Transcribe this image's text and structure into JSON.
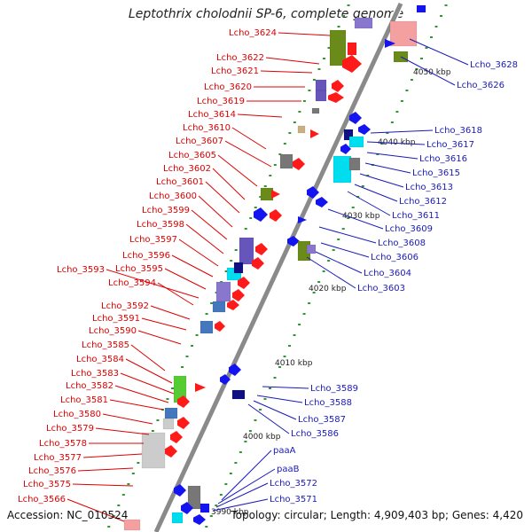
{
  "title": "Leptothrix cholodnii SP-6, complete genome",
  "footer": {
    "accession": "Accession: NC_010524",
    "topology": "Topology: circular; Length: 4,909,403 bp; Genes: 4,420"
  },
  "colors": {
    "backbone": "#8a8a8a",
    "tick": "#2e9a2e",
    "label_left": "#dd0000",
    "label_right": "#1a1ab8",
    "gene_red": "#ff1a1a",
    "gene_blue": "#1414f0",
    "gene_navy": "#101080",
    "gene_green": "#6a8a1a",
    "gene_lightgreen": "#55cc33",
    "gene_gray": "#777777",
    "gene_lightgray": "#cccccc",
    "gene_purple": "#6655bb",
    "gene_lightpurple": "#8877cc",
    "gene_cyan": "#00ddee",
    "gene_steel": "#4477bb",
    "gene_pink": "#f4a0a0",
    "gene_tan": "#c8b080"
  },
  "scale_labels": [
    "4050 kbp",
    "4040 kbp",
    "4030 kbp",
    "4020 kbp",
    "4010 kbp",
    "4000 kbp",
    "3990 kbp"
  ],
  "left_labels": [
    "Lcho_3624",
    "Lcho_3622",
    "Lcho_3621",
    "Lcho_3620",
    "Lcho_3619",
    "Lcho_3614",
    "Lcho_3610",
    "Lcho_3607",
    "Lcho_3605",
    "Lcho_3602",
    "Lcho_3601",
    "Lcho_3600",
    "Lcho_3599",
    "Lcho_3598",
    "Lcho_3597",
    "Lcho_3596",
    "Lcho_3595",
    "Lcho_3593",
    "Lcho_3594",
    "Lcho_3592",
    "Lcho_3591",
    "Lcho_3590",
    "Lcho_3585",
    "Lcho_3584",
    "Lcho_3583",
    "Lcho_3582",
    "Lcho_3581",
    "Lcho_3580",
    "Lcho_3579",
    "Lcho_3578",
    "Lcho_3577",
    "Lcho_3576",
    "Lcho_3575",
    "Lcho_3566"
  ],
  "right_labels": [
    "Lcho_3628",
    "Lcho_3626",
    "Lcho_3618",
    "Lcho_3617",
    "Lcho_3616",
    "Lcho_3615",
    "Lcho_3613",
    "Lcho_3612",
    "Lcho_3611",
    "Lcho_3609",
    "Lcho_3608",
    "Lcho_3606",
    "Lcho_3604",
    "Lcho_3603",
    "Lcho_3589",
    "Lcho_3588",
    "Lcho_3587",
    "Lcho_3586",
    "paaA",
    "paaB",
    "Lcho_3572",
    "Lcho_3571"
  ]
}
